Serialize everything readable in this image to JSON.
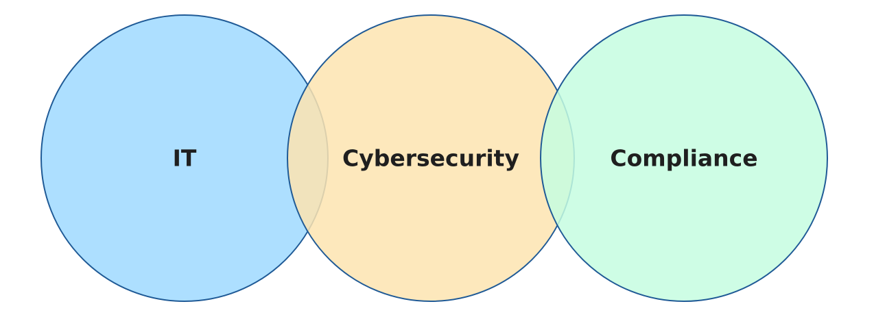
{
  "diagram": {
    "type": "venn",
    "stroke_color": "#1f5a96",
    "circles": [
      {
        "label": "IT",
        "fill": "#9fd9ff"
      },
      {
        "label": "Cybersecurity",
        "fill": "#fde4b0"
      },
      {
        "label": "Compliance",
        "fill": "#c6fde1"
      }
    ]
  }
}
